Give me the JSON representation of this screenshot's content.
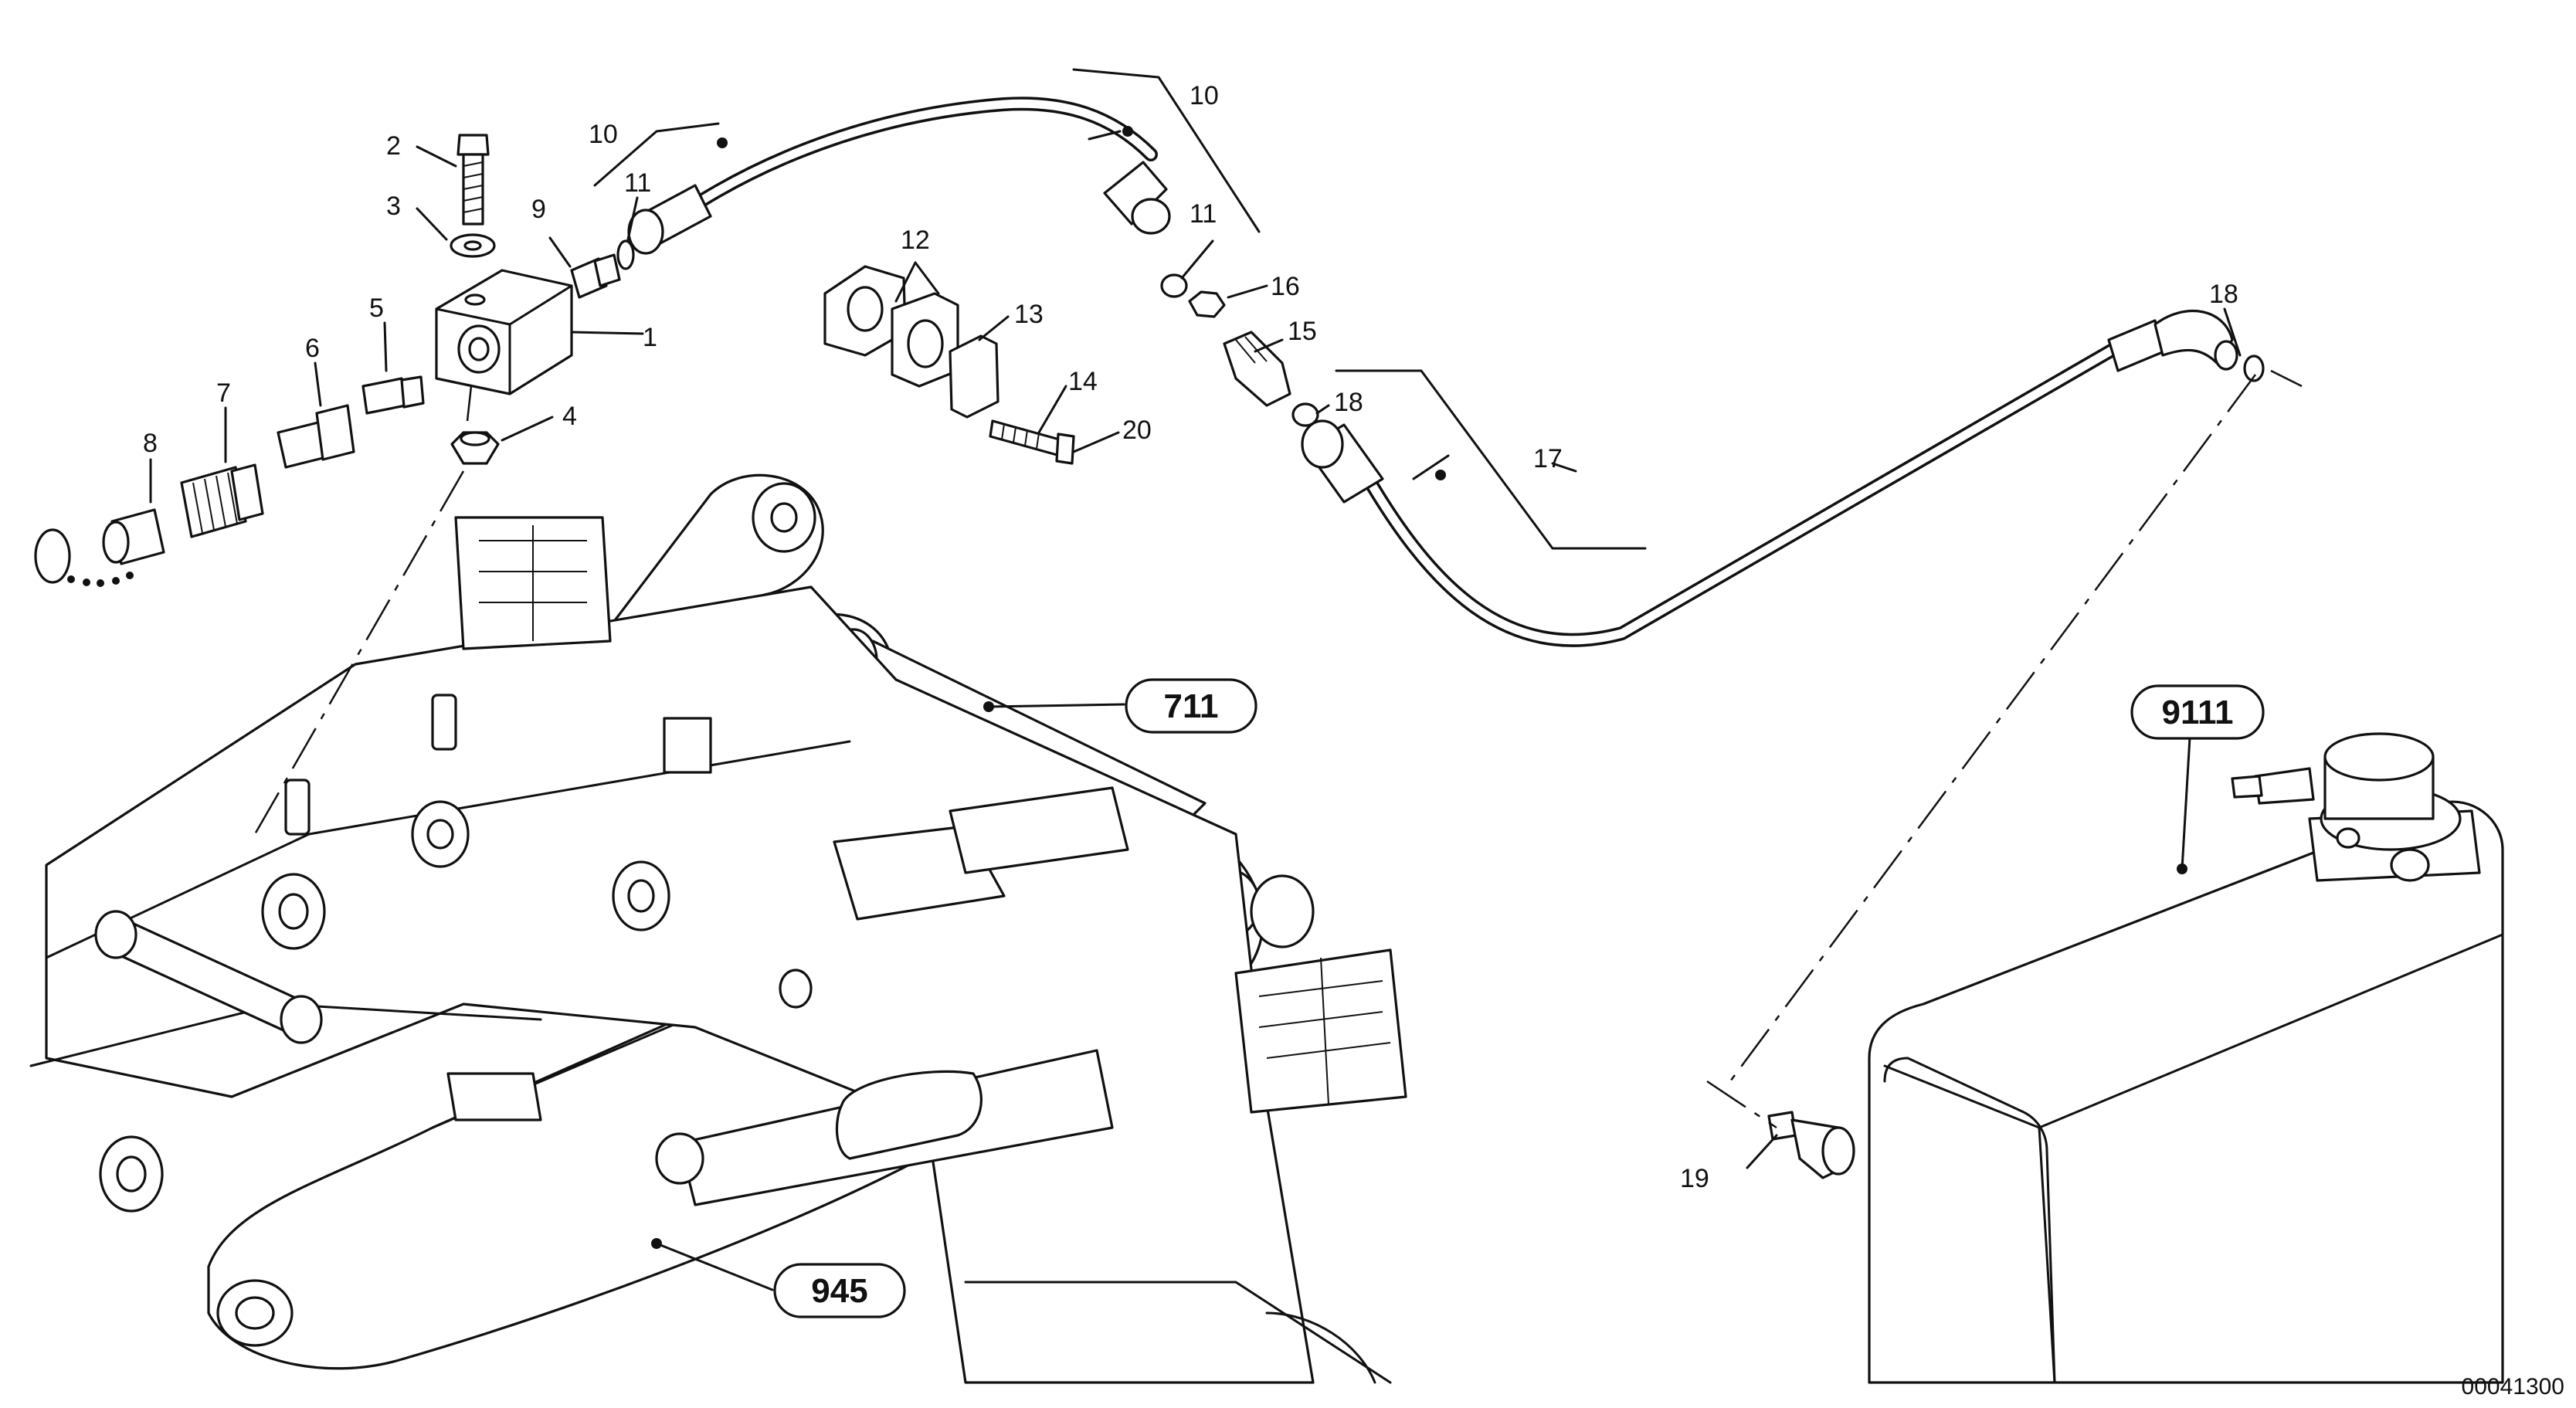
{
  "diagram": {
    "part_labels": [
      "1",
      "2",
      "3",
      "4",
      "5",
      "6",
      "7",
      "8",
      "9",
      "10",
      "10",
      "11",
      "11",
      "12",
      "13",
      "14",
      "15",
      "16",
      "17",
      "18",
      "18",
      "19",
      "20"
    ],
    "references": [
      "711",
      "945",
      "9111"
    ],
    "document_number": "00041300"
  }
}
